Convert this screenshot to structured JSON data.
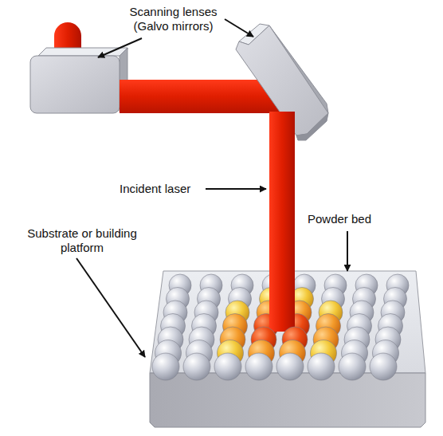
{
  "diagram": {
    "labels": [
      "Scanning lenses (Galvo mirrors)",
      "Incident laser",
      "Powder bed",
      "Substrate or building platform"
    ]
  }
}
